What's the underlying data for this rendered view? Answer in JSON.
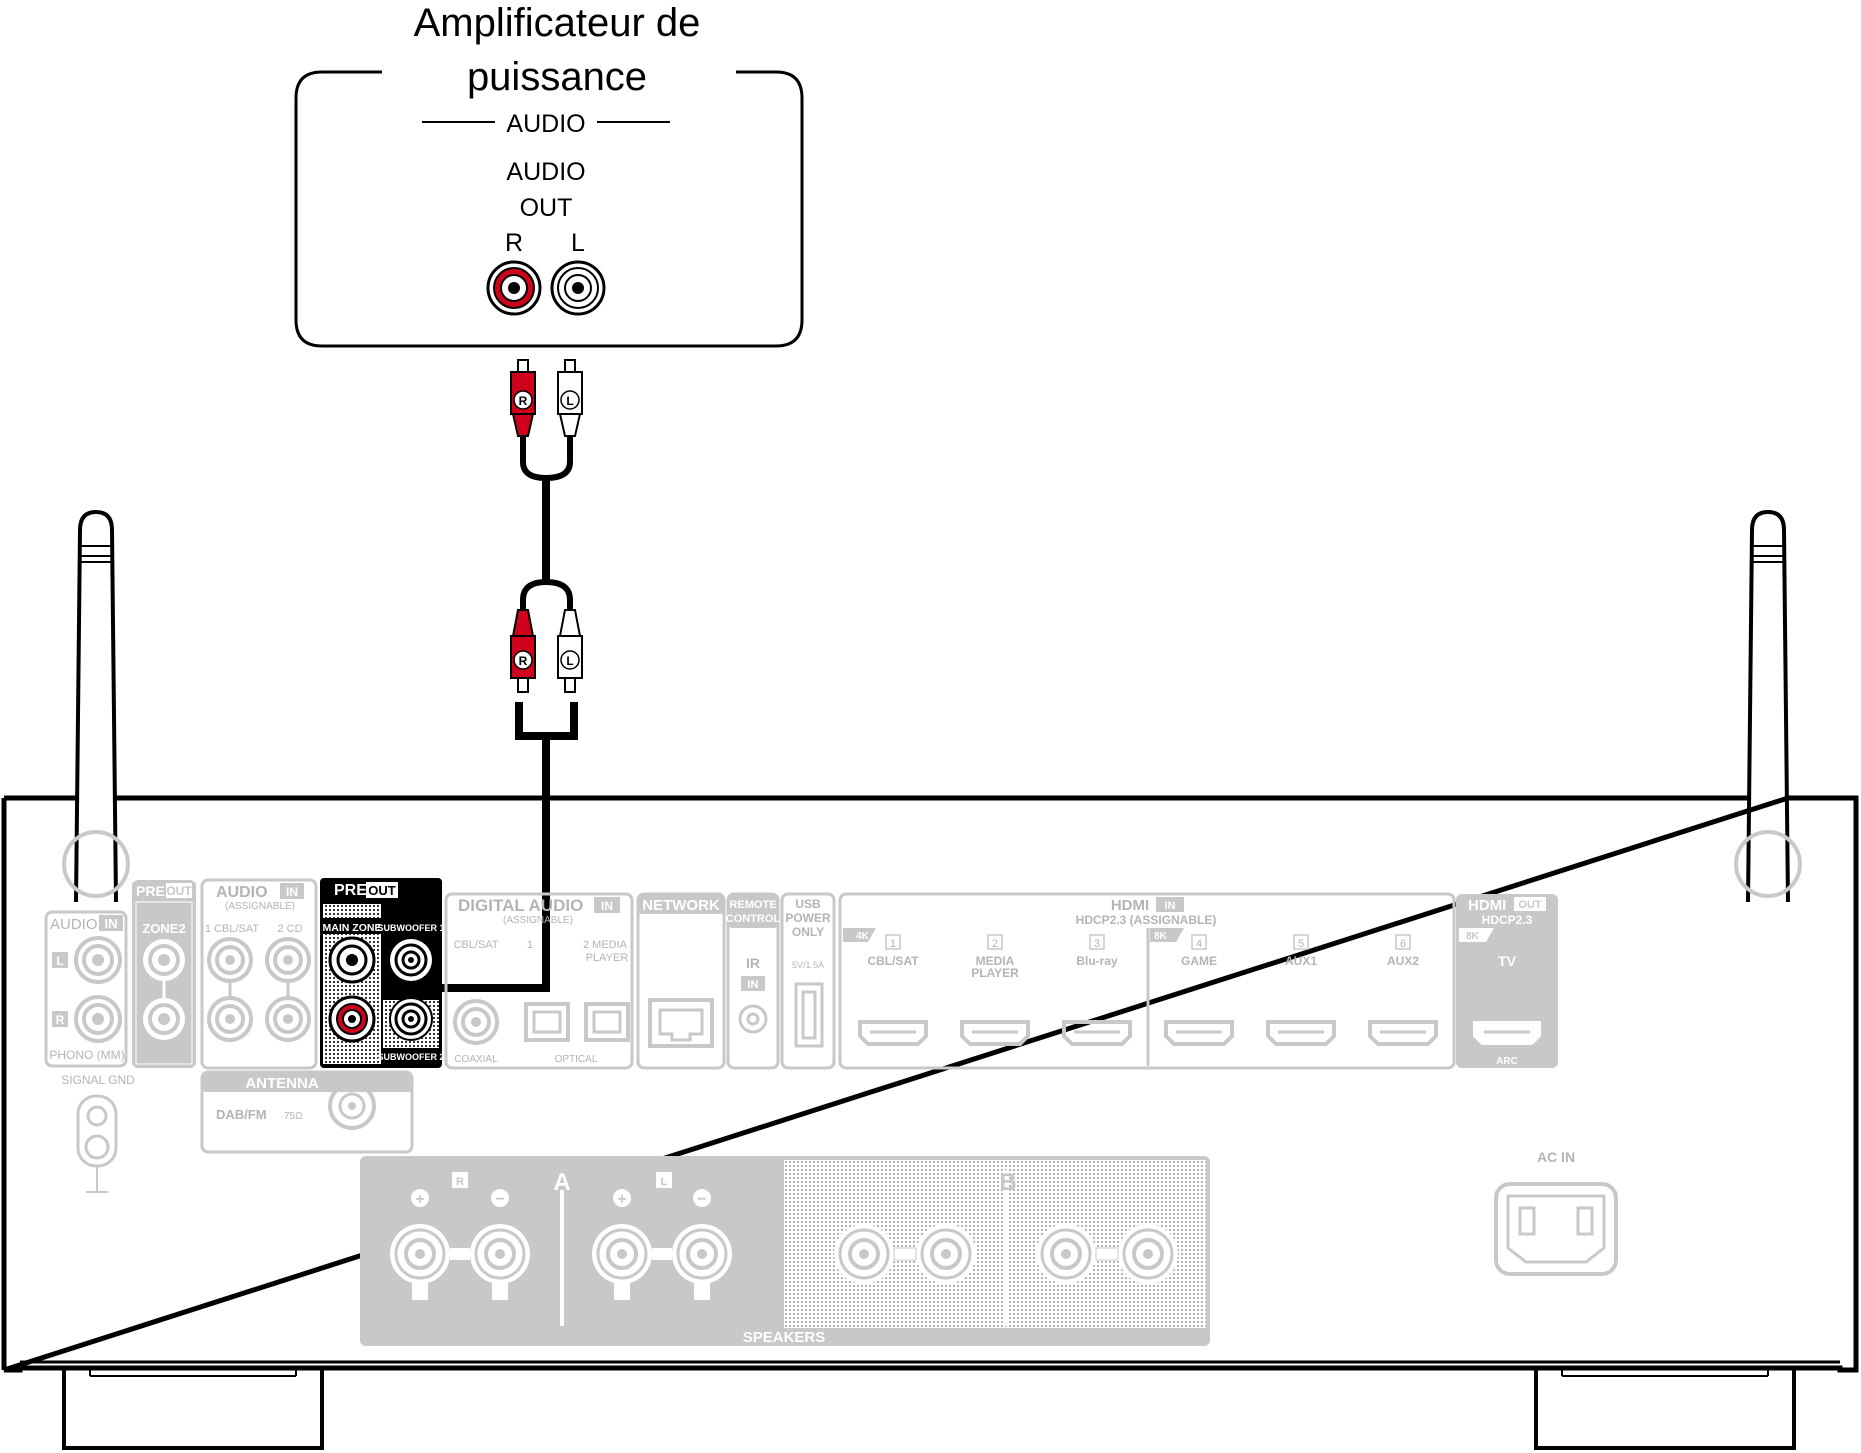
{
  "amplifier": {
    "title_line1": "Amplificateur de",
    "title_line2": "puissance",
    "section": "AUDIO",
    "out_line1": "AUDIO",
    "out_line2": "OUT",
    "ch_r": "R",
    "ch_l": "L"
  },
  "cable": {
    "plug_r": "R",
    "plug_l": "L"
  },
  "receiver": {
    "audio_in_phono": {
      "title": "AUDIO",
      "badge": "IN",
      "ch_l": "L",
      "ch_r": "R",
      "label": "PHONO (MM)"
    },
    "signal_gnd": "SIGNAL GND",
    "pre_out_zone2": {
      "title": "PRE",
      "badge": "OUT",
      "label": "ZONE2"
    },
    "audio_in_assignable": {
      "title": "AUDIO",
      "badge": "IN",
      "sub": "(ASSIGNABLE)",
      "in1": "1 CBL/SAT",
      "in2": "2 CD"
    },
    "pre_out": {
      "title": "PRE",
      "badge": "OUT",
      "main_zone": "MAIN ZONE",
      "sub1": "SUBWOOFER 1",
      "sub2": "SUBWOOFER 2"
    },
    "digital_audio_in": {
      "title": "DIGITAL AUDIO",
      "badge": "IN",
      "sub": "(ASSIGNABLE)",
      "in_cbl": "CBL/SAT",
      "in_1": "1",
      "in_2": "2 MEDIA",
      "in_2b": "PLAYER",
      "coaxial": "COAXIAL",
      "optical": "OPTICAL"
    },
    "network": "NETWORK",
    "remote": {
      "line1": "REMOTE",
      "line2": "CONTROL",
      "ir": "IR",
      "badge": "IN"
    },
    "usb": {
      "line1": "USB",
      "line2": "POWER",
      "line3": "ONLY",
      "rating": "5V/1.5A"
    },
    "hdmi_in": {
      "title": "HDMI",
      "badge": "IN",
      "sub": "HDCP2.3 (ASSIGNABLE)",
      "tag_4k": "4K",
      "tag_8k": "8K",
      "ports": [
        {
          "num": "1",
          "name": "CBL/SAT",
          "name2": ""
        },
        {
          "num": "2",
          "name": "MEDIA",
          "name2": "PLAYER"
        },
        {
          "num": "3",
          "name": "Blu-ray",
          "name2": ""
        },
        {
          "num": "4",
          "name": "GAME",
          "name2": ""
        },
        {
          "num": "5",
          "name": "AUX1",
          "name2": ""
        },
        {
          "num": "6",
          "name": "AUX2",
          "name2": ""
        }
      ]
    },
    "hdmi_out": {
      "title": "HDMI",
      "badge": "OUT",
      "sub": "HDCP2.3",
      "tag": "8K",
      "name": "TV",
      "arc": "ARC"
    },
    "antenna": {
      "title": "ANTENNA",
      "band": "DAB/FM",
      "ohm": "75Ω"
    },
    "speakers": {
      "title": "SPEAKERS",
      "zone_a": "A",
      "zone_b": "B",
      "ch_r": "R",
      "ch_l": "L",
      "plus": "+",
      "minus": "−"
    },
    "ac_in": "AC IN"
  },
  "colors": {
    "red": "#d0021b",
    "black": "#000000",
    "grey": "#c8c8c8",
    "white": "#ffffff"
  }
}
